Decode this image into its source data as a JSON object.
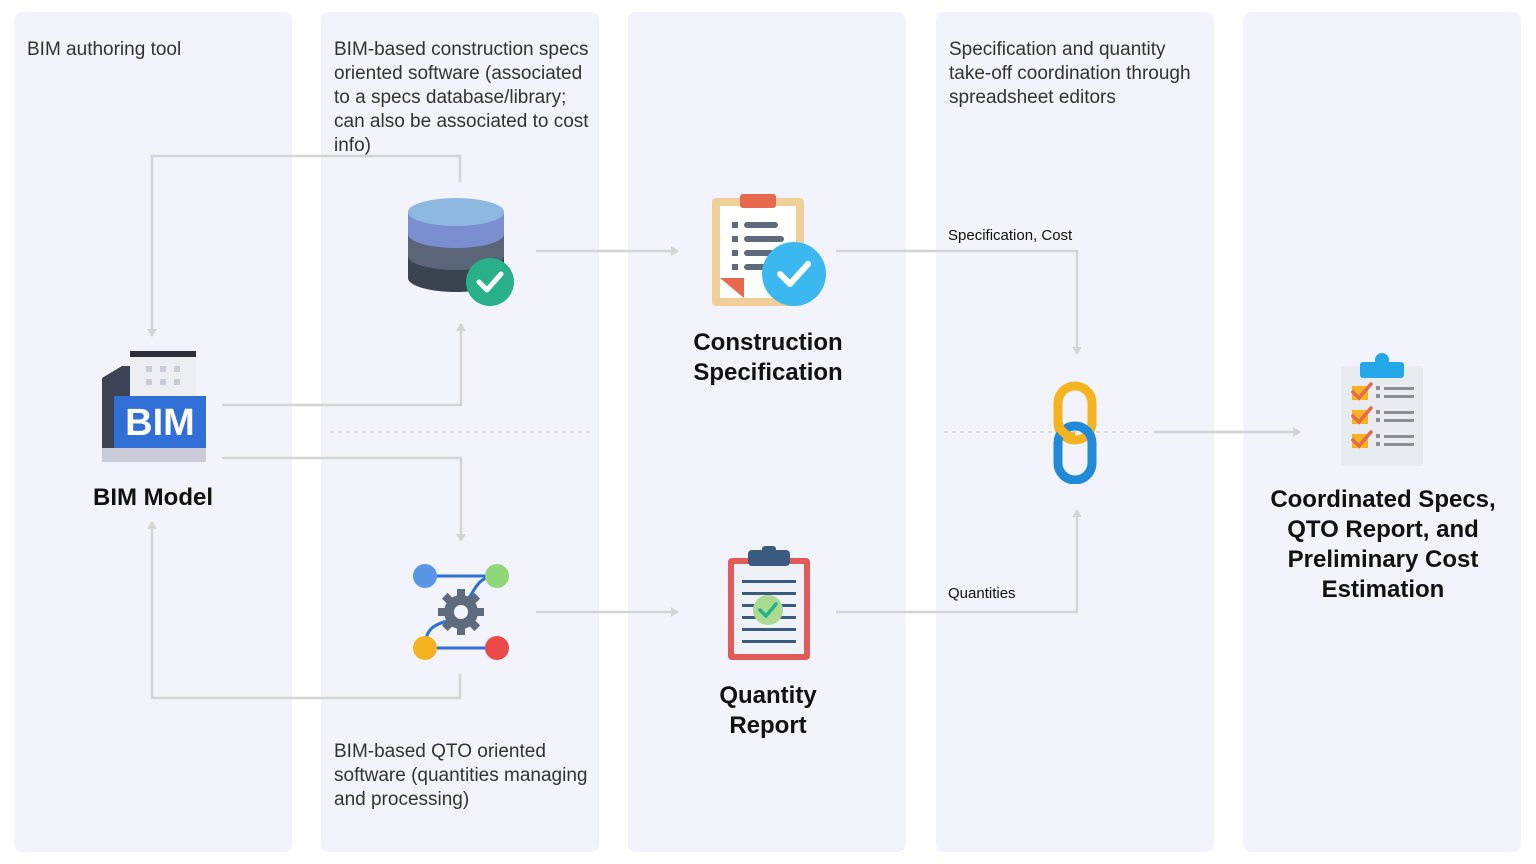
{
  "columns": [
    {
      "title": "BIM authoring tool"
    },
    {
      "title": "BIM-based construction specs oriented software (associated to a specs database/library; can also be associated to cost info)"
    },
    {
      "title": ""
    },
    {
      "title": "Specification and quantity take-off coordination through spreadsheet editors"
    },
    {
      "title": ""
    }
  ],
  "bottom_note": "BIM-based QTO oriented software (quantities managing and processing)",
  "nodes": {
    "bim_model": {
      "label": "BIM Model",
      "badge": "BIM"
    },
    "construction_spec": {
      "label_line1": "Construction",
      "label_line2": "Specification"
    },
    "quantity_report": {
      "label_line1": "Quantity",
      "label_line2": "Report"
    },
    "output": {
      "line1": "Coordinated Specs,",
      "line2": "QTO Report, and",
      "line3": "Preliminary Cost",
      "line4": "Estimation"
    }
  },
  "edge_labels": {
    "spec_cost": "Specification, Cost",
    "quantities": "Quantities"
  },
  "colors": {
    "column_bg": "#f3f3fb",
    "connector": "#d4d4d4",
    "bim_blue": "#2f6fd6",
    "check_green": "#27b08a",
    "check_blue": "#3cb8f0",
    "link_orange": "#f5b41f",
    "link_blue": "#1f8ad8"
  }
}
